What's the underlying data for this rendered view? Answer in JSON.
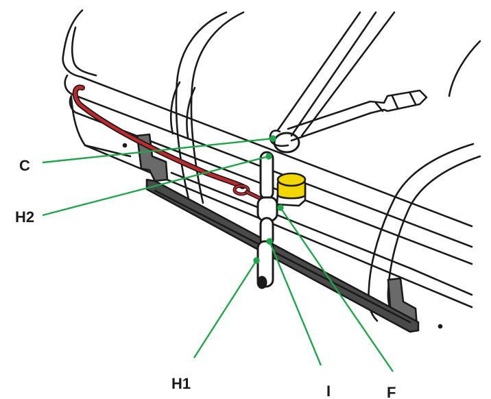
{
  "callouts": {
    "c": "C",
    "h2": "H2",
    "h1": "H1",
    "i": "I",
    "f": "F"
  },
  "colors": {
    "leader": "#1fa64a",
    "cable": "#c0282d",
    "lock": "#f2d600",
    "outline": "#1a1a1a",
    "rail": "#3c3c3c"
  }
}
